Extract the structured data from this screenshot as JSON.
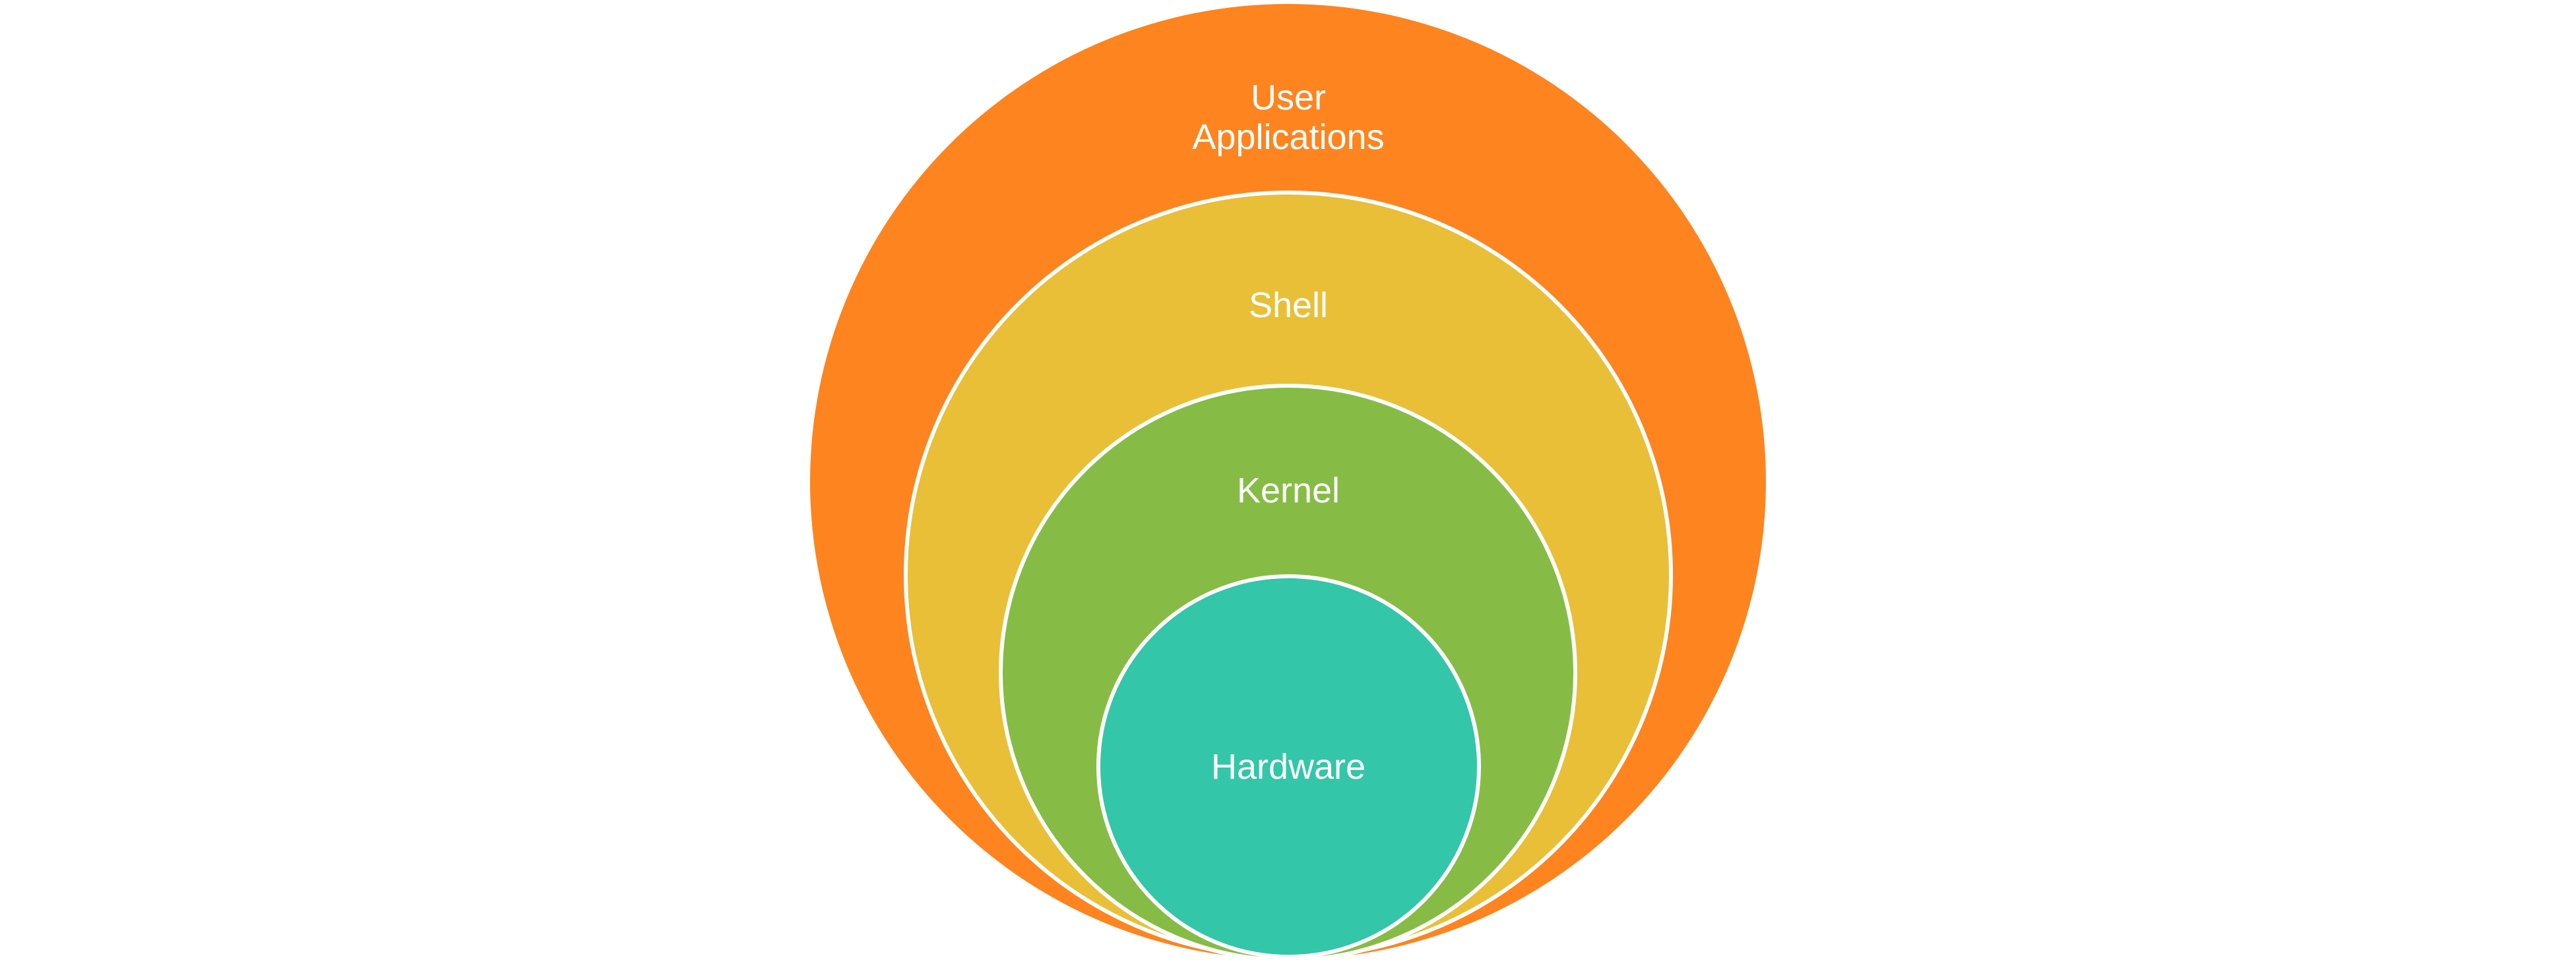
{
  "layers": [
    {
      "label": "User\nApplications",
      "color": "#FD841F"
    },
    {
      "label": "Shell",
      "color": "#E8BF37"
    },
    {
      "label": "Kernel",
      "color": "#86BC45"
    },
    {
      "label": "Hardware",
      "color": "#33C6A8"
    }
  ]
}
